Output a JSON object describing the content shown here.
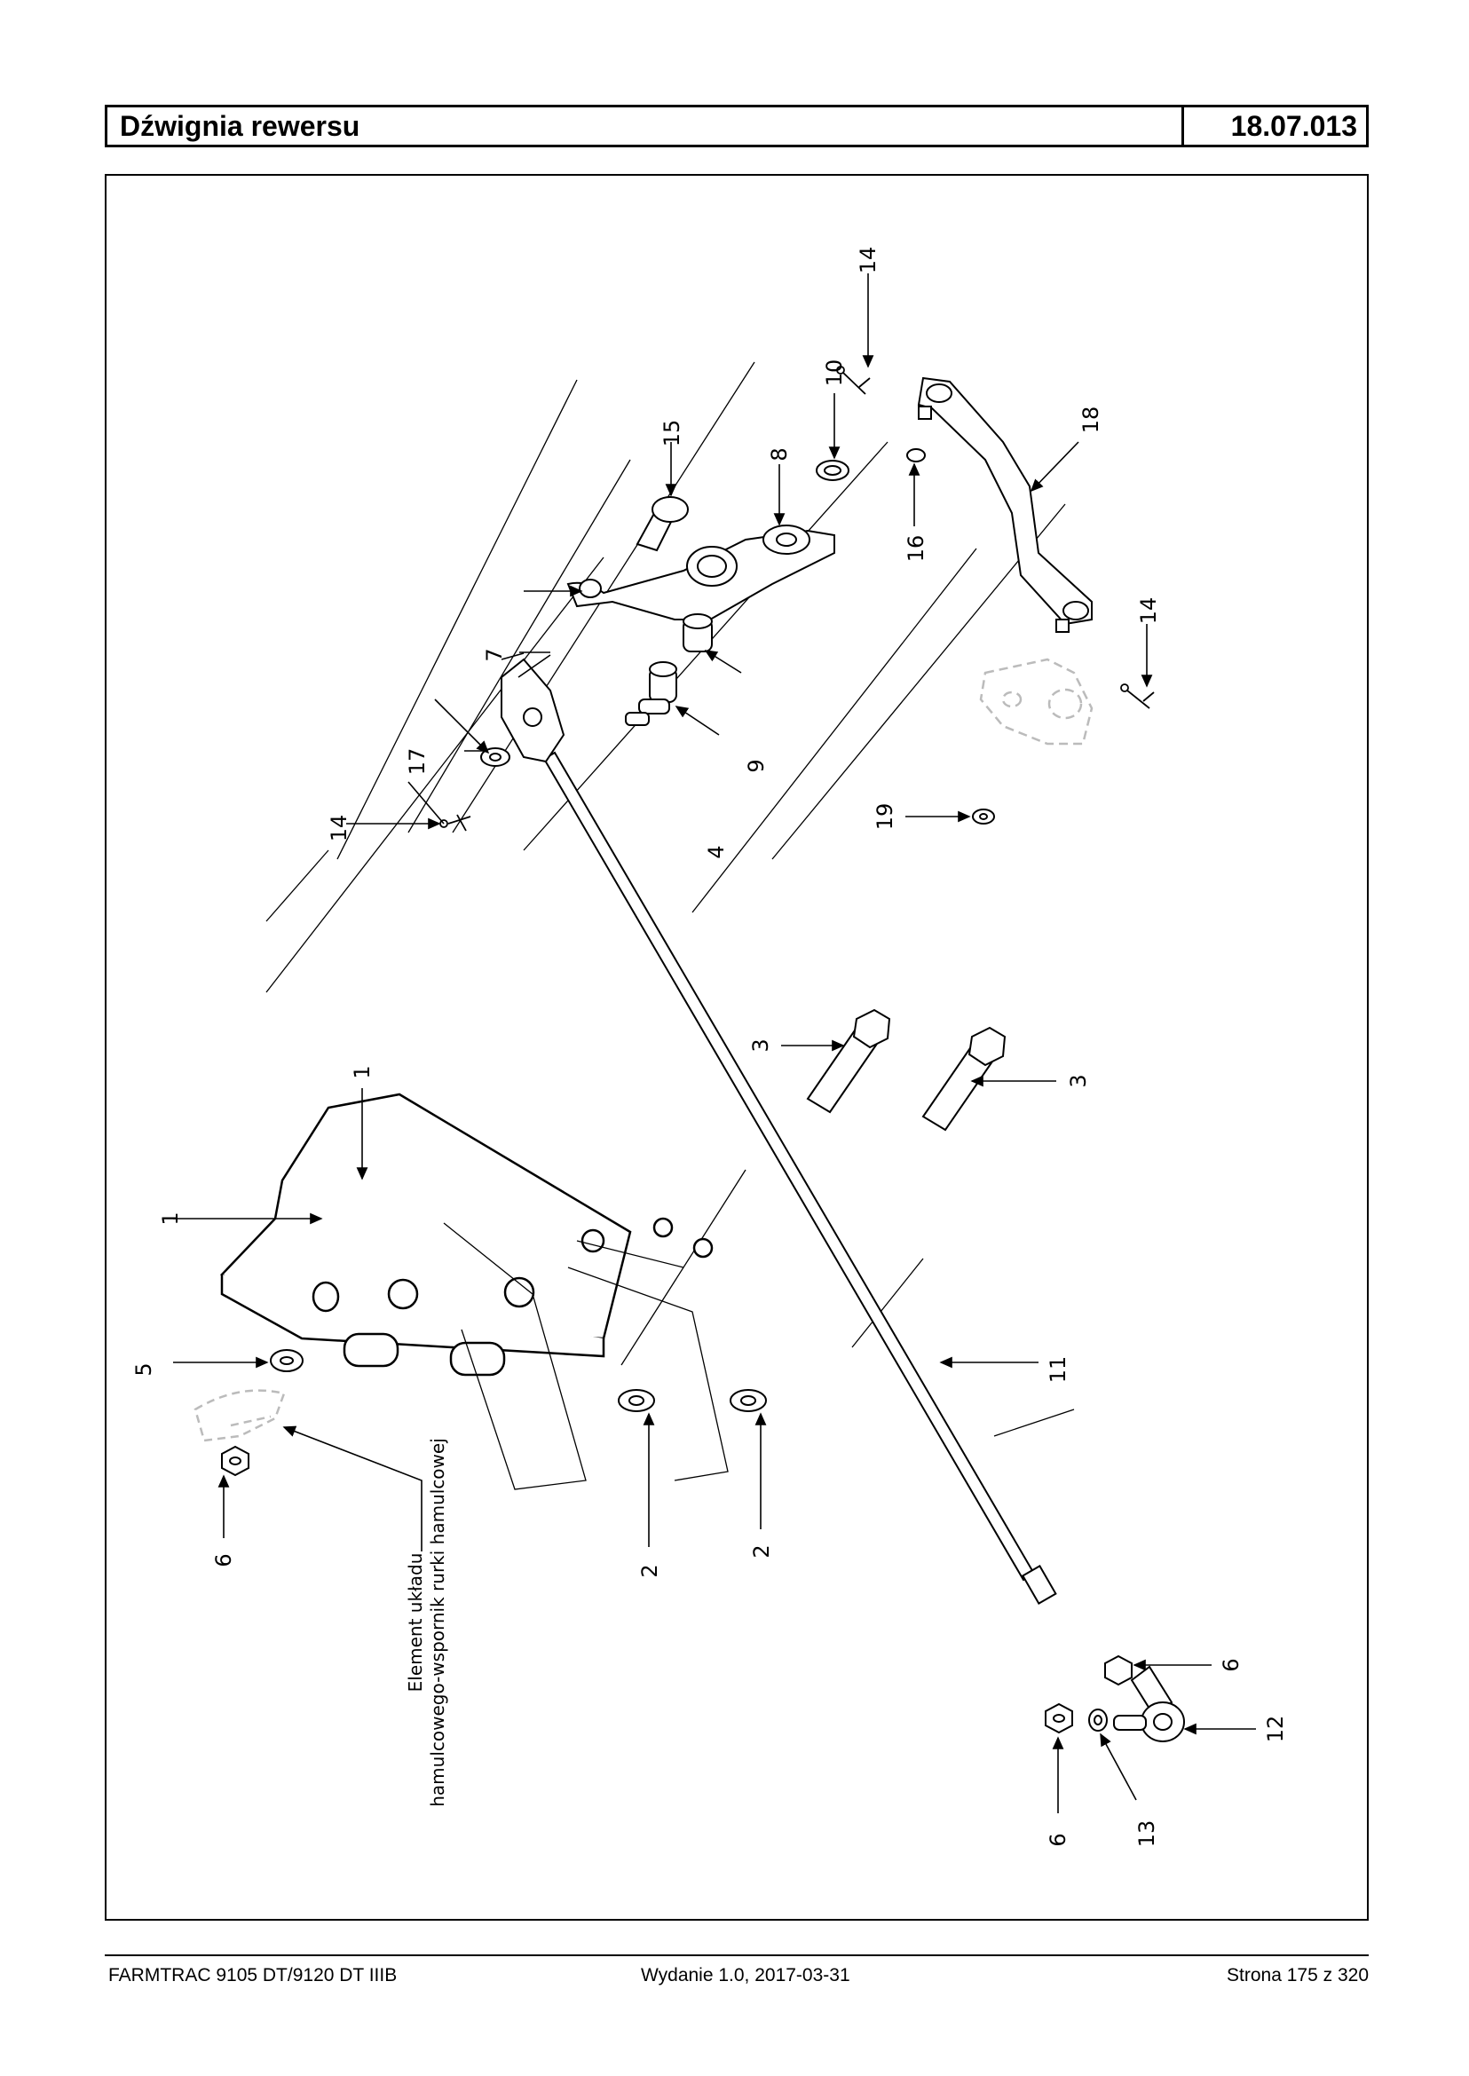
{
  "header": {
    "title": "Dźwignia rewersu",
    "code": "18.07.013"
  },
  "callouts": {
    "c1": "1",
    "c2": "2",
    "c3": "3",
    "c4": "4",
    "c5": "5",
    "c6": "6",
    "c7": "7",
    "c8": "8",
    "c9": "9",
    "c10": "10",
    "c11": "11",
    "c12": "12",
    "c13": "13",
    "c14": "14",
    "c15": "15",
    "c16": "16",
    "c17": "17",
    "c18": "18",
    "c19": "19"
  },
  "note": {
    "line1": "Element układu",
    "line2": "hamulcowego-wspornik rurki hamulcowej"
  },
  "footer": {
    "left": "FARMTRAC 9105 DT/9120 DT IIIB",
    "middle": "Wydanie 1.0,  2017-03-31",
    "right": "Strona 175 z 320"
  }
}
